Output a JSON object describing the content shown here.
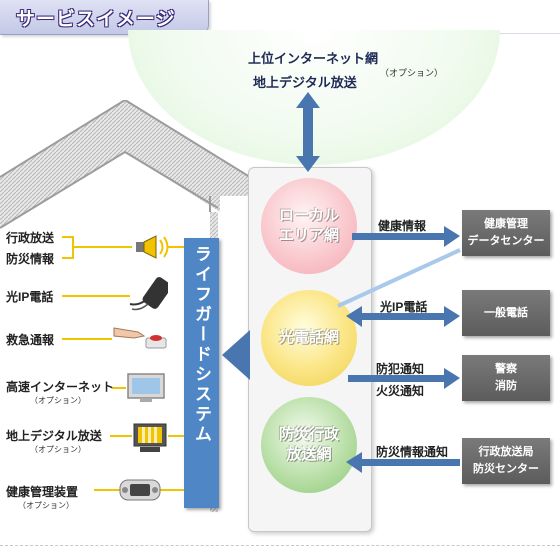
{
  "title": "サービスイメージ",
  "external": {
    "line1": "上位インターネット網",
    "line2": "地上デジタル放送",
    "option": "（オプション）"
  },
  "system": {
    "name": "ライフガードシステム"
  },
  "networks": [
    {
      "line1": "ローカル",
      "line2": "エリア網"
    },
    {
      "line1": "光電話網"
    },
    {
      "line1": "防災行政",
      "line2": "放送網"
    }
  ],
  "flows": {
    "health_info": "健康情報",
    "ip_phone": "光IP電話",
    "crime_notice": "防犯通知",
    "fire_notice": "火災通知",
    "disaster_notice": "防災情報通知"
  },
  "destinations": [
    {
      "line1": "健康管理",
      "line2": "データセンター"
    },
    {
      "line1": "一般電話"
    },
    {
      "line1": "警察",
      "line2": "消防"
    },
    {
      "line1": "行政放送局",
      "line2": "防災センター"
    }
  ],
  "devices": [
    {
      "line1": "行政放送",
      "line2": "防災情報",
      "icon": "siren-icon"
    },
    {
      "line1": "光IP電話",
      "icon": "telephone-icon"
    },
    {
      "line1": "救急通報",
      "icon": "emergency-button-icon"
    },
    {
      "line1": "高速インターネット",
      "option": "（オプション）",
      "icon": "computer-monitor-icon"
    },
    {
      "line1": "地上デジタル放送",
      "option": "（オプション）",
      "icon": "digital-tv-icon"
    },
    {
      "line1": "健康管理装置",
      "option": "（オプション）",
      "icon": "health-device-icon"
    }
  ],
  "colors": {
    "system_blue": "#4f86c5",
    "arrow_blue": "#4a76b0",
    "connector_yellow": "#f0c400",
    "box_gray": "#666666",
    "local_pink": "#f6b9c0",
    "phone_yellow": "#fbe27a",
    "disaster_green": "#a9d694"
  }
}
